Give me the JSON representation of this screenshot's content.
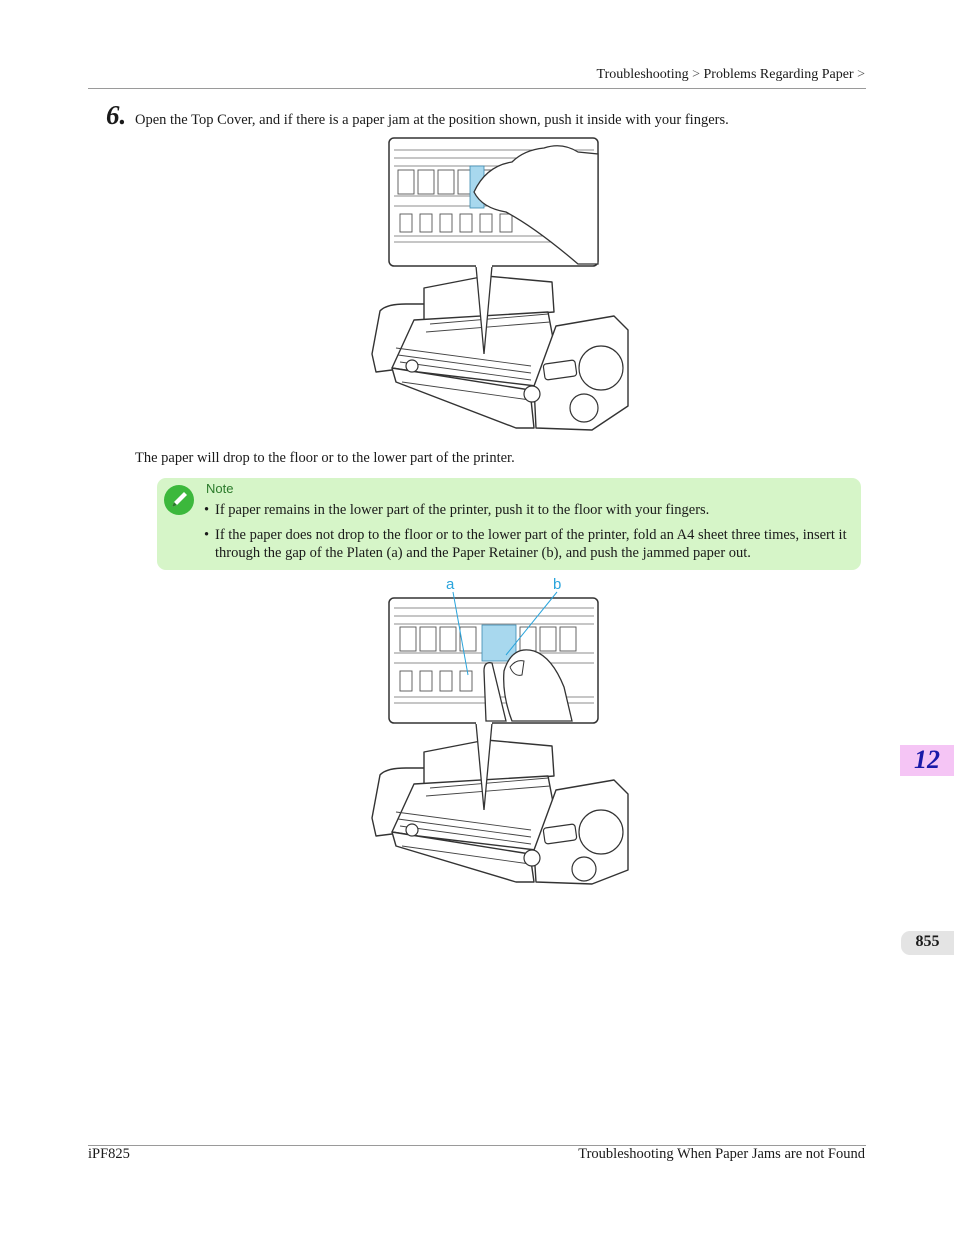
{
  "header": {
    "breadcrumb_part1": "Troubleshooting",
    "separator": ">",
    "breadcrumb_part2": "Problems Regarding Paper",
    "trailing_separator": ">"
  },
  "step": {
    "number": "6.",
    "text": "Open the Top Cover, and if there is a paper jam at the position shown, push it inside with your fingers."
  },
  "body_text": "The paper will drop to the floor or to the lower part of the printer.",
  "note": {
    "label": "Note",
    "bullet": "•",
    "items": [
      "If paper remains in the lower part of the printer, push it to the floor with your fingers.",
      "If the paper does not drop to the floor or to the lower part of the printer, fold an A4 sheet three times, insert it through the gap of the Platen (a) and the Paper Retainer (b), and push the jammed paper out."
    ]
  },
  "figure2": {
    "label_a": "a",
    "label_b": "b"
  },
  "side_tabs": {
    "chapter": "12",
    "page": "855"
  },
  "footer": {
    "left": "iPF825",
    "right": "Troubleshooting When Paper Jams are not Found"
  },
  "colors": {
    "note_background": "#d6f5c8",
    "note_label": "#2a7a2a",
    "chapter_tab": "#f5c5f5",
    "chapter_number": "#1a1aa8",
    "highlight_blue": "#a8d8ee",
    "callout_blue": "#2aa4dc"
  }
}
